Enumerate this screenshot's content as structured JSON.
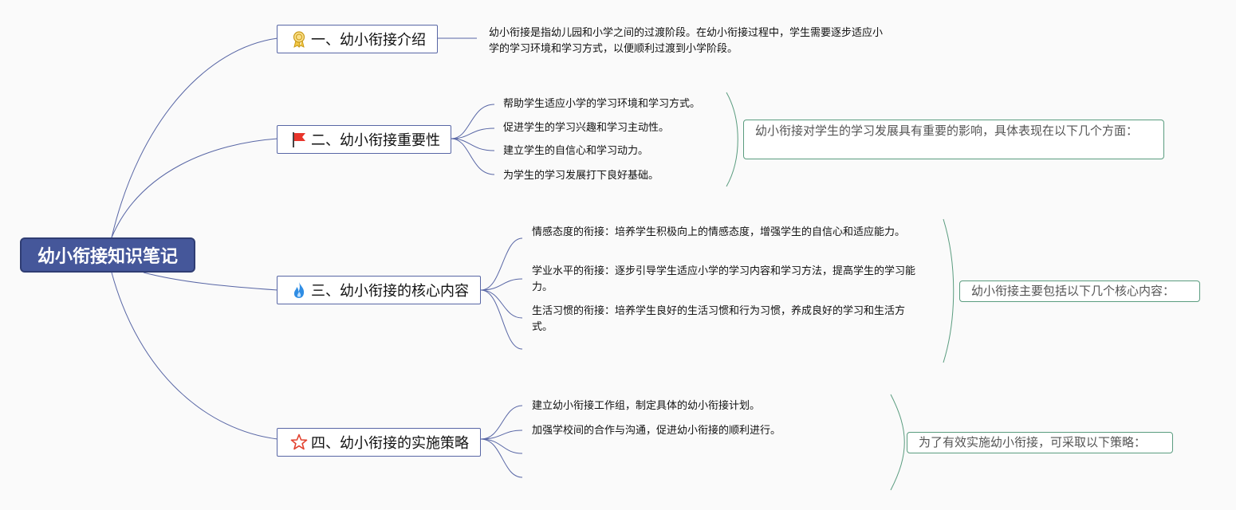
{
  "root": {
    "label": "幼小衔接知识笔记"
  },
  "colors": {
    "root_fill": "#45579a",
    "connector": "#5866a5",
    "summary_brace": "#5a9c7f"
  },
  "branches": [
    {
      "label": "一、幼小衔接介绍",
      "icon": "award-ribbon-icon",
      "leaves": [
        "幼小衔接是指幼儿园和小学之间的过渡阶段。在幼小衔接过程中，学生需要逐步适应小学的学习环境和学习方式，以便顺利过渡到小学阶段。"
      ]
    },
    {
      "label": "二、幼小衔接重要性",
      "icon": "red-flag-icon",
      "leaves": [
        "帮助学生适应小学的学习环境和学习方式。",
        "促进学生的学习兴趣和学习主动性。",
        "建立学生的自信心和学习动力。",
        "为学生的学习发展打下良好基础。"
      ],
      "summary": "幼小衔接对学生的学习发展具有重要的影响，具体表现在以下几个方面："
    },
    {
      "label": "三、幼小衔接的核心内容",
      "icon": "blue-flame-icon",
      "leaves": [
        "情感态度的衔接：培养学生积极向上的情感态度，增强学生的自信心和适应能力。",
        "学业水平的衔接：逐步引导学生适应小学的学习内容和学习方法，提高学生的学习能力。",
        "生活习惯的衔接：培养学生良好的生活习惯和行为习惯，养成良好的学习和生活方式。",
        ""
      ],
      "summary": "幼小衔接主要包括以下几个核心内容："
    },
    {
      "label": "四、幼小衔接的实施策略",
      "icon": "star-outline-icon",
      "leaves": [
        "建立幼小衔接工作组，制定具体的幼小衔接计划。",
        "加强学校间的合作与沟通，促进幼小衔接的顺利进行。",
        "",
        ""
      ],
      "summary": "为了有效实施幼小衔接，可采取以下策略："
    }
  ]
}
